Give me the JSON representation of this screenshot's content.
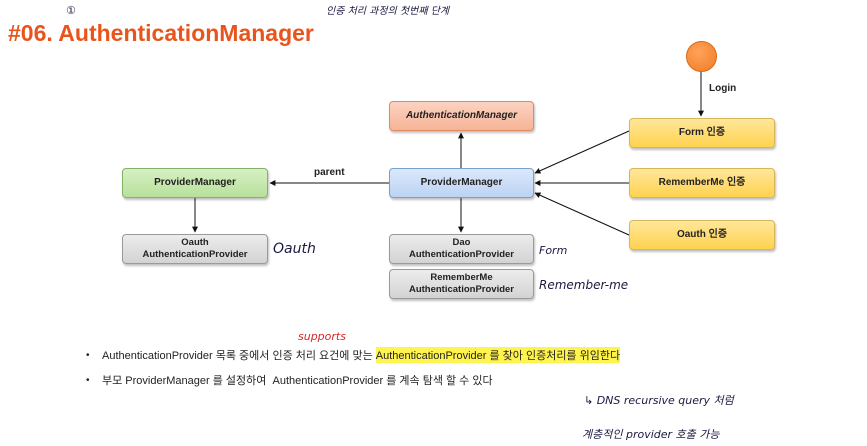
{
  "title": "#06. AuthenticationManager",
  "nodes": {
    "authentication_manager": "AuthenticationManager",
    "provider_manager_main": "ProviderManager",
    "provider_manager_parent": "ProviderManager",
    "form": "Form 인증",
    "remember_me": "RememberMe 인증",
    "oauth": "Oauth 인증",
    "oauth_provider": [
      "Oauth",
      "AuthenticationProvider"
    ],
    "dao_provider": [
      "Dao",
      "AuthenticationProvider"
    ],
    "remember_me_provider": [
      "RememberMe",
      "AuthenticationProvider"
    ]
  },
  "edge_labels": {
    "login": "Login",
    "parent": "parent"
  },
  "handwritten": {
    "top_index": "①",
    "top_note": "인증 처리 과정의 첫번째 단계",
    "oauth_note": "Oauth",
    "form_note": "Form",
    "remember_note": "Remember-me",
    "supports_note": "supports",
    "dns_note": "↳ DNS recursive query 처럼",
    "hierarchy_note": "계층적인 provider 호출 가능"
  },
  "bullets": [
    {
      "before": "AuthenticationProvider 목록 중에서 인증 처리 요건에 맞는 ",
      "highlight": "AuthenticationProvider 를 찾아 인증처리를 위임한다",
      "after": ""
    },
    {
      "before": "부모 ProviderManager 를 설정하여  AuthenticationProvider 를 계속 탐색 할 수 있다",
      "highlight": "",
      "after": ""
    }
  ],
  "colors": {
    "title": "#e8541c",
    "orange_box": "#f7b497",
    "blue_box": "#bcd3f3",
    "green_box": "#b8e09a",
    "yellow_box": "#ffd34f",
    "gray_box": "#d3d3d3",
    "highlight": "#fff34d",
    "supports_note": "#d62828"
  }
}
